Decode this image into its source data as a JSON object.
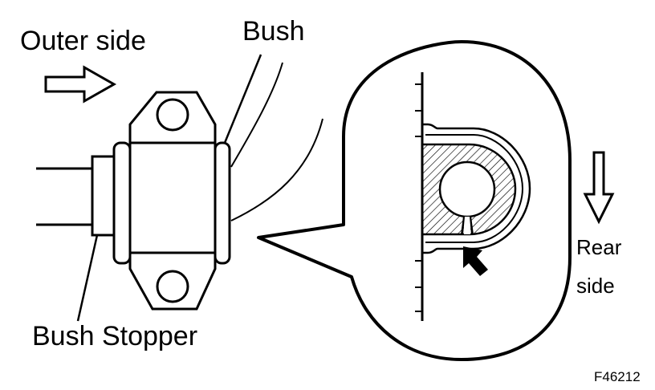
{
  "labels": {
    "outer_side": "Outer side",
    "bush": "Bush",
    "bush_stopper": "Bush Stopper",
    "rear_side_line1": "Rear",
    "rear_side_line2": "side",
    "figure_code": "F46212"
  },
  "icons": {
    "outer_arrow": "arrow-right-icon",
    "rear_arrow": "arrow-down-icon",
    "notch_pointer": "arrow-up-right-icon"
  }
}
